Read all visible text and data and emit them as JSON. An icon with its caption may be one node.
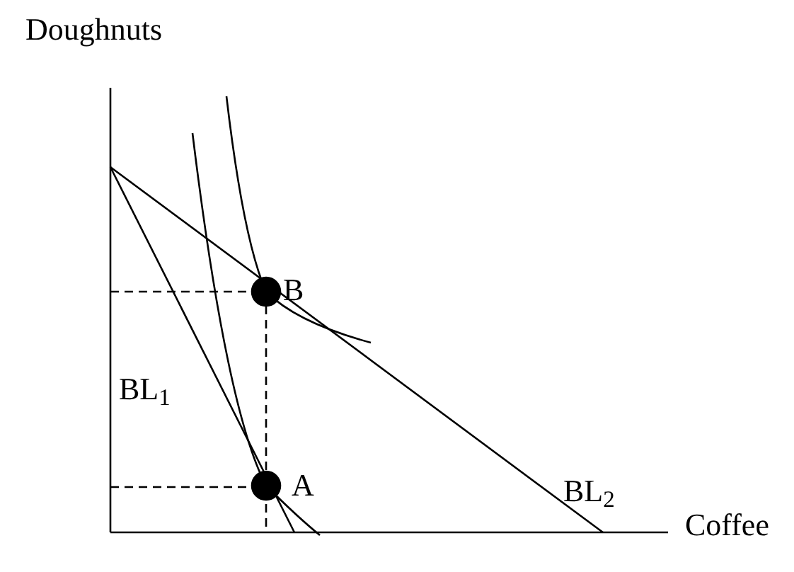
{
  "diagram": {
    "labels": [
      "Doughnuts",
      "B",
      "BL$_{1}$",
      "A",
      "BL$_{2}$",
      "Coffee"
    ]
  }
}
